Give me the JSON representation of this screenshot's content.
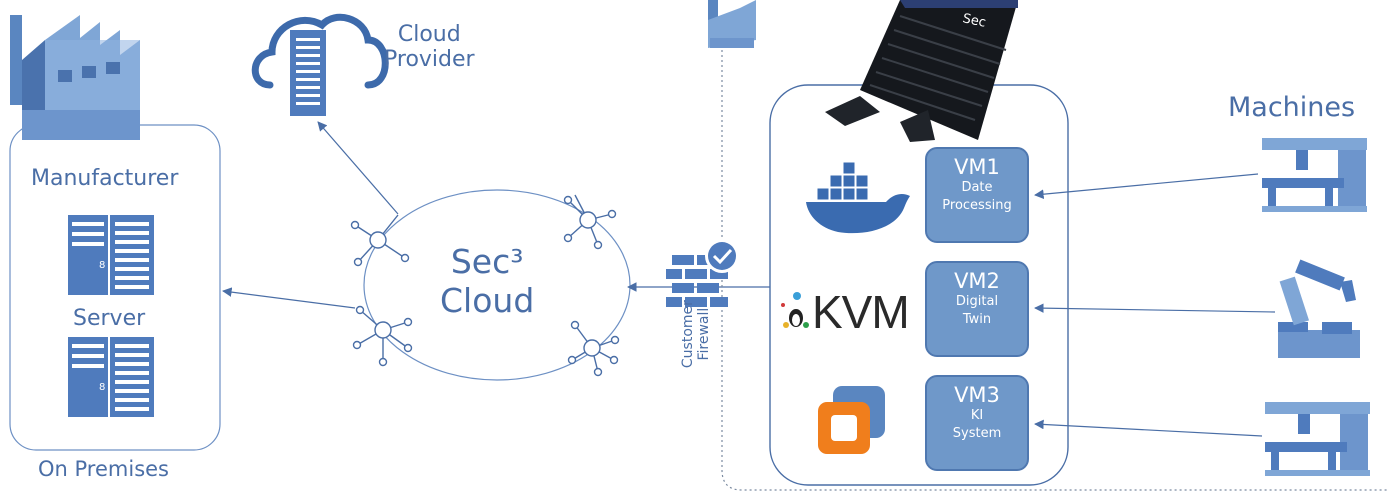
{
  "labels": {
    "cloud_provider": "Cloud\nProvider",
    "manufacturer": "Manufacturer",
    "server": "Server",
    "on_premises": "On Premises",
    "sec_cloud": "Sec³\nCloud",
    "customer_firewall": "Customer\nFirewall",
    "machines": "Machines",
    "kvm": "KVM"
  },
  "vms": [
    {
      "title": "VM1",
      "subtitle": "Date\nProcessing"
    },
    {
      "title": "VM2",
      "subtitle": "Digital\nTwin"
    },
    {
      "title": "VM3",
      "subtitle": "KI\nSystem"
    }
  ],
  "colors": {
    "primary": "#4a6ea6",
    "light": "#7fa6d6",
    "vm_fill": "#6f98c9",
    "docker": "#3a6bb0",
    "vmware_orange": "#f07e1c"
  }
}
